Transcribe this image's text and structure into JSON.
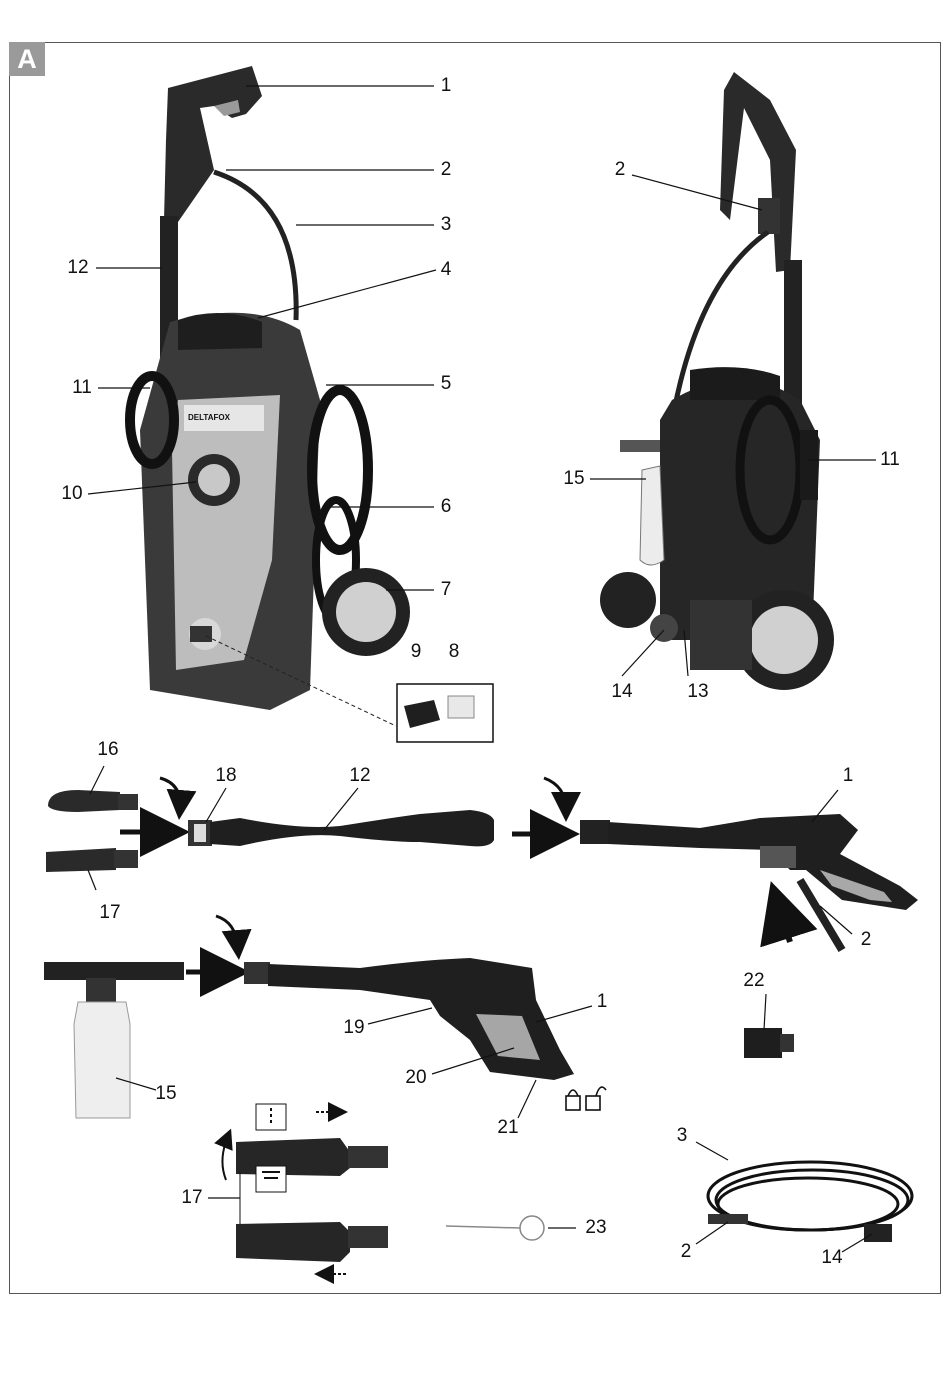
{
  "figure": {
    "panel_letter": "A",
    "brand_text": "DELTAFOX",
    "callouts": [
      {
        "id": "c1",
        "text": "1"
      },
      {
        "id": "c2",
        "text": "2"
      },
      {
        "id": "c3",
        "text": "3"
      },
      {
        "id": "c4",
        "text": "4"
      },
      {
        "id": "c5",
        "text": "5"
      },
      {
        "id": "c6",
        "text": "6"
      },
      {
        "id": "c7",
        "text": "7"
      },
      {
        "id": "c8",
        "text": "8"
      },
      {
        "id": "c9",
        "text": "9"
      },
      {
        "id": "c10",
        "text": "10"
      },
      {
        "id": "c11",
        "text": "11"
      },
      {
        "id": "c12",
        "text": "12"
      },
      {
        "id": "c2b",
        "text": "2"
      },
      {
        "id": "c11b",
        "text": "11"
      },
      {
        "id": "c13",
        "text": "13"
      },
      {
        "id": "c14",
        "text": "14"
      },
      {
        "id": "c15",
        "text": "15"
      },
      {
        "id": "c16",
        "text": "16"
      },
      {
        "id": "c17",
        "text": "17"
      },
      {
        "id": "c18",
        "text": "18"
      },
      {
        "id": "c12b",
        "text": "12"
      },
      {
        "id": "c1b",
        "text": "1"
      },
      {
        "id": "c2c",
        "text": "2"
      },
      {
        "id": "c22",
        "text": "22"
      },
      {
        "id": "c19",
        "text": "19"
      },
      {
        "id": "c1c",
        "text": "1"
      },
      {
        "id": "c20",
        "text": "20"
      },
      {
        "id": "c15b",
        "text": "15"
      },
      {
        "id": "c21",
        "text": "21"
      },
      {
        "id": "c3b",
        "text": "3"
      },
      {
        "id": "c17b",
        "text": "17"
      },
      {
        "id": "c23",
        "text": "23"
      },
      {
        "id": "c2d",
        "text": "2"
      },
      {
        "id": "c14b",
        "text": "14"
      }
    ]
  }
}
